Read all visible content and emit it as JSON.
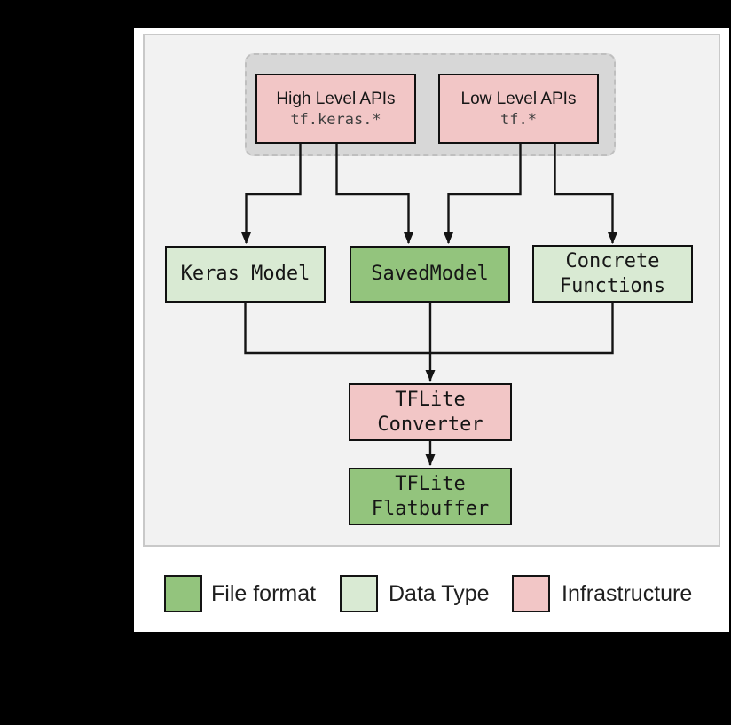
{
  "colors": {
    "page-bg": "#000000",
    "panel-bg": "#ffffff",
    "diagram-bg": "#f2f2f2",
    "diagram-border": "#c9c9c9",
    "group-bg": "#d7d7d7",
    "group-border": "#bfbfbf",
    "pink": "#f2c6c6",
    "green": "#93c47d",
    "light-green": "#d9ead3",
    "line": "#141414",
    "text": "#161616",
    "code-text": "#3f3f3f"
  },
  "diagram": {
    "api_group": {
      "high_level": {
        "title": "High Level APIs",
        "code": "tf.keras.*"
      },
      "low_level": {
        "title": "Low Level APIs",
        "code": "tf.*"
      }
    },
    "nodes": {
      "keras_model": {
        "label": "Keras Model",
        "type": "Data Type"
      },
      "saved_model": {
        "label": "SavedModel",
        "type": "File format"
      },
      "concrete_functions": {
        "line1": "Concrete",
        "line2": "Functions",
        "type": "Data Type"
      },
      "tflite_converter": {
        "line1": "TFLite",
        "line2": "Converter",
        "type": "Infrastructure"
      },
      "tflite_flatbuffer": {
        "line1": "TFLite",
        "line2": "Flatbuffer",
        "type": "File format"
      }
    }
  },
  "legend": {
    "items": [
      {
        "label": "File format",
        "color": "#93c47d"
      },
      {
        "label": "Data Type",
        "color": "#d9ead3"
      },
      {
        "label": "Infrastructure",
        "color": "#f2c6c6"
      }
    ]
  }
}
